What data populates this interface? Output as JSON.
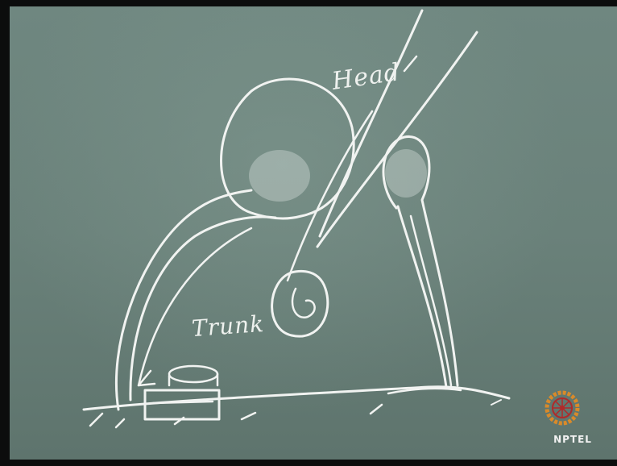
{
  "labels": {
    "head": "Head",
    "trunk": "Trunk"
  },
  "logo": {
    "text": "NPTEL",
    "icon": "nptel-wheel-icon",
    "colors": {
      "ring": "#d98a2a",
      "spokes": "#b02a2a"
    }
  },
  "colors": {
    "board": "#6a817a",
    "chalk": "#f1f3f1",
    "frame": "#0c0d0d"
  }
}
